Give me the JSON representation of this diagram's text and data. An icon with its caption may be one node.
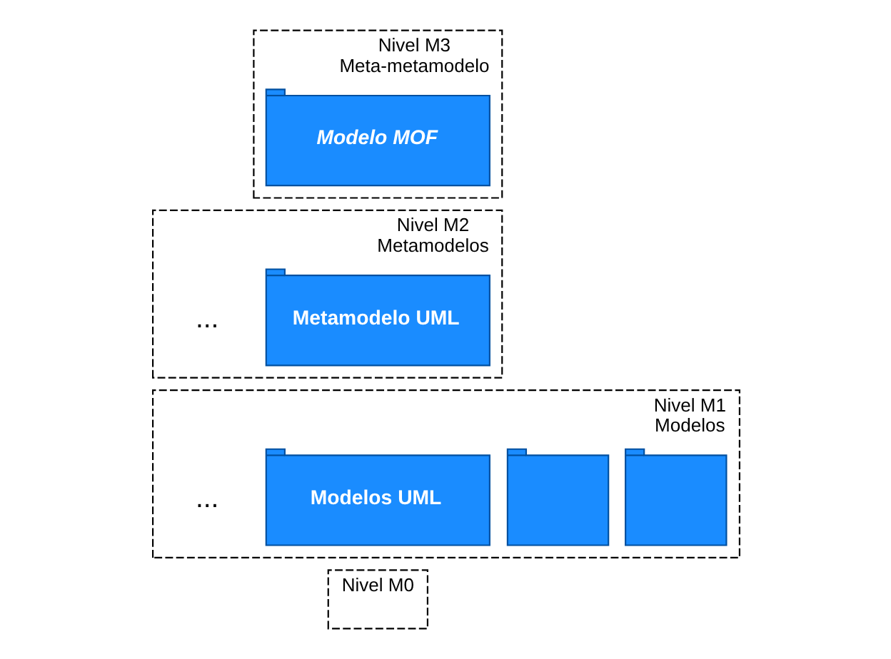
{
  "diagram": {
    "nodes": [
      {
        "text": [
          "Nivel M3",
          "Meta-metamodelo"
        ]
      },
      {
        "text": [
          "Modelo MOF"
        ],
        "in": 0
      },
      {
        "text": [
          "Nivel M2",
          "Metamodelos"
        ]
      },
      {
        "text": [
          "Metamodelo UML"
        ],
        "in": 2
      },
      {
        "text": [
          "Nivel M1",
          "Modelos"
        ]
      },
      {
        "text": [],
        "shape": "folder",
        "in": 4
      },
      {
        "text": [],
        "shape": "folder",
        "in": 4
      },
      {
        "text": [
          "Modelos UML"
        ],
        "in": 4
      },
      {
        "text": [
          "Nivel M0"
        ]
      }
    ],
    "edges": [],
    "labels": [
      "...",
      "..."
    ]
  }
}
